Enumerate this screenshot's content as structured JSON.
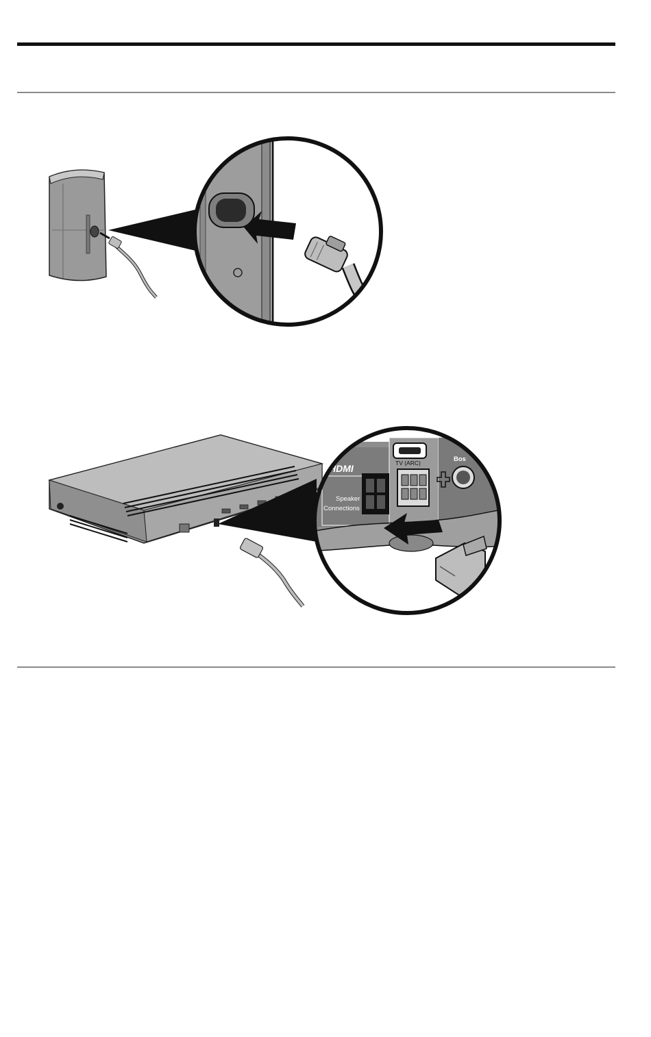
{
  "figure_2": {
    "hdmi_logo": "HDMI",
    "port_tv_arc": "TV (ARC)",
    "port_speaker_line1": "Speaker",
    "port_speaker_line2": "Connections",
    "port_bose_partial": "Bos"
  }
}
